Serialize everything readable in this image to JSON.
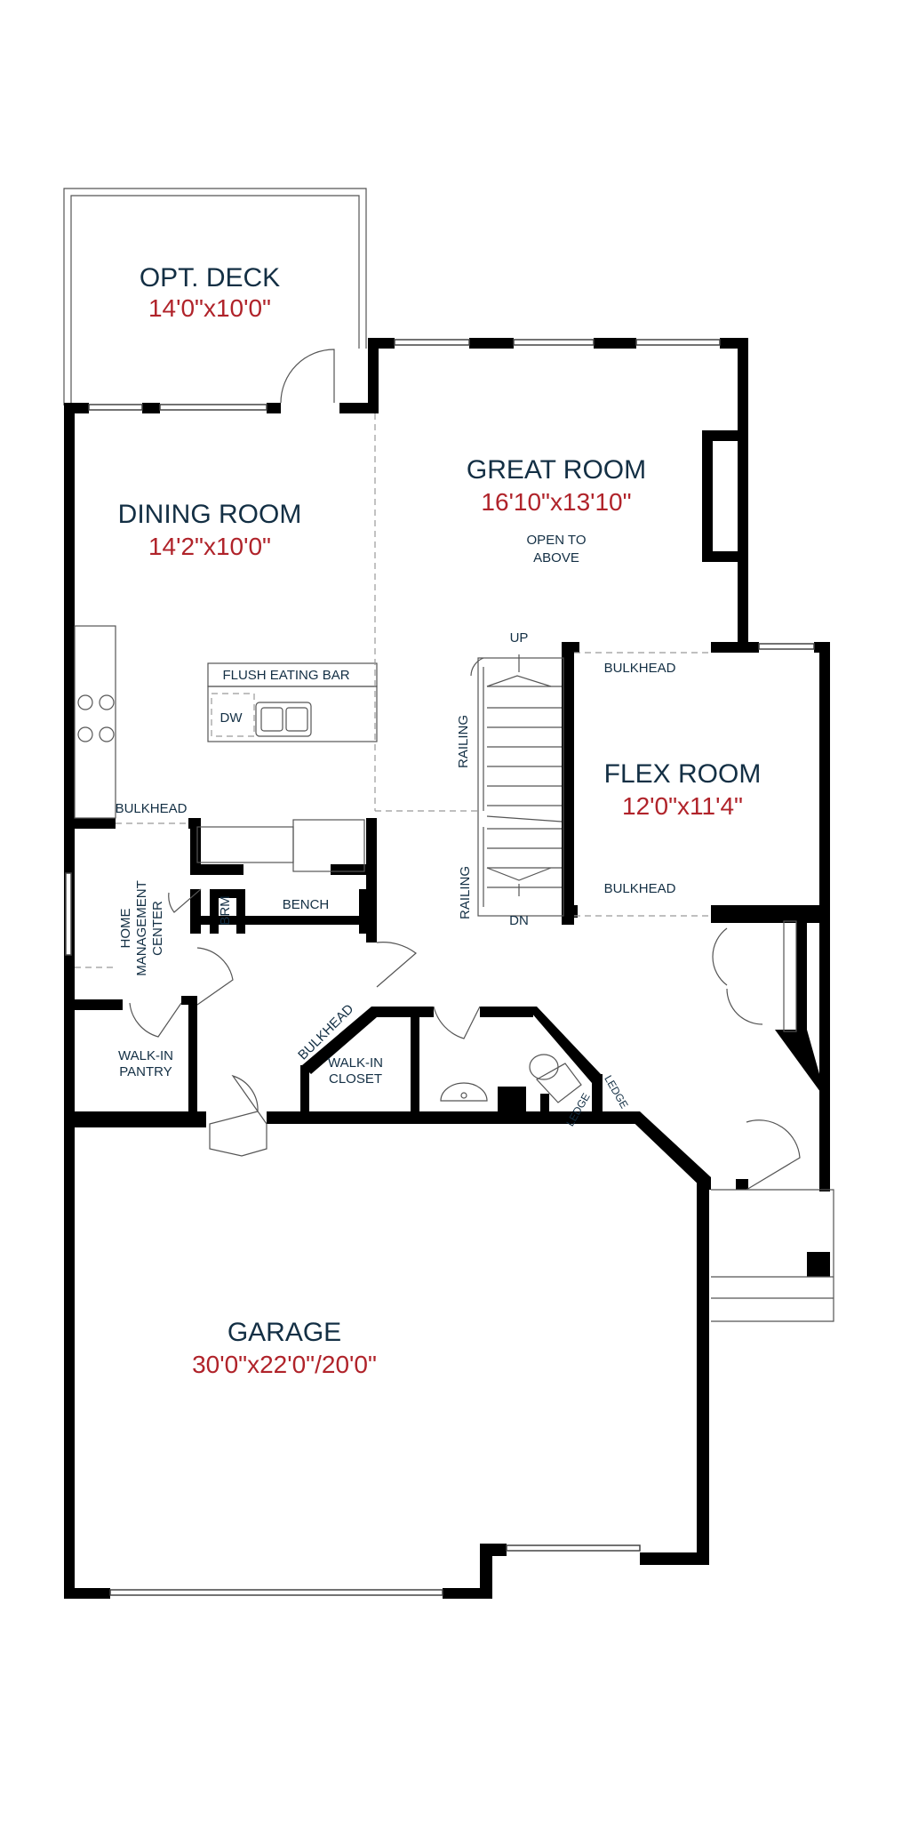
{
  "rooms": {
    "deck": {
      "name": "OPT. DECK",
      "size": "14'0\"x10'0\""
    },
    "dining": {
      "name": "DINING ROOM",
      "size": "14'2\"x10'0\""
    },
    "great": {
      "name": "GREAT ROOM",
      "size": "16'10\"x13'10\"",
      "note_line1": "OPEN TO",
      "note_line2": "ABOVE"
    },
    "flex": {
      "name": "FLEX ROOM",
      "size": "12'0\"x11'4\""
    },
    "garage": {
      "name": "GARAGE",
      "size": "30'0\"x22'0\"/20'0\""
    }
  },
  "labels": {
    "flush_eating_bar": "FLUSH EATING BAR",
    "dw": "DW",
    "up": "UP",
    "dn": "DN",
    "railing_upper": "RAILING",
    "railing_lower": "RAILING",
    "bulkhead_flex_top": "BULKHEAD",
    "bulkhead_flex_bottom": "BULKHEAD",
    "bulkhead_kitchen": "BULKHEAD",
    "bulkhead_closet": "BULKHEAD",
    "home_mgmt_line1": "HOME",
    "home_mgmt_line2": "MANAGEMENT",
    "home_mgmt_line3": "CENTER",
    "brm": "BRM",
    "bench": "BENCH",
    "walkin_pantry_line1": "WALK-IN",
    "walkin_pantry_line2": "PANTRY",
    "walkin_closet_line1": "WALK-IN",
    "walkin_closet_line2": "CLOSET",
    "ledge_left": "LEDGE",
    "ledge_right": "LEDGE"
  },
  "colors": {
    "room_title": "#132f44",
    "room_dimension": "#b0232a",
    "wall": "#000000"
  }
}
